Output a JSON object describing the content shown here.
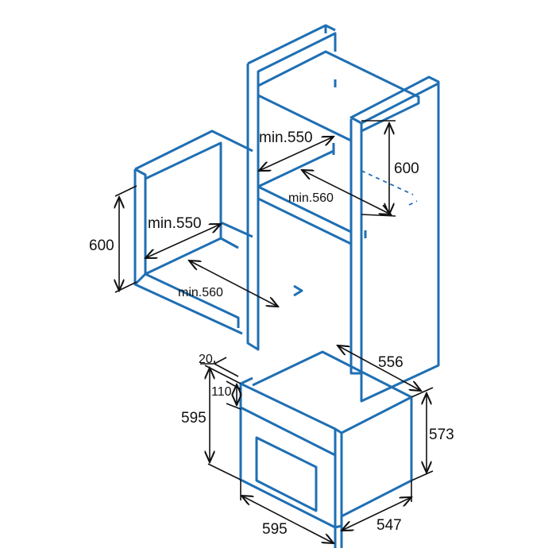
{
  "colors": {
    "outline": "#1f6fb3",
    "dimension": "#111111"
  },
  "labels": {
    "wall_height": "600",
    "wall_min_depth": "min.550",
    "wall_min_width": "min.560",
    "tall_height": "600",
    "tall_min_depth": "min.550",
    "tall_min_width": "min.560",
    "oven_depth_top": "556",
    "oven_frame": "20",
    "oven_panel": "110",
    "oven_height": "595",
    "oven_body_height": "573",
    "oven_width": "595",
    "oven_body_depth": "547"
  }
}
